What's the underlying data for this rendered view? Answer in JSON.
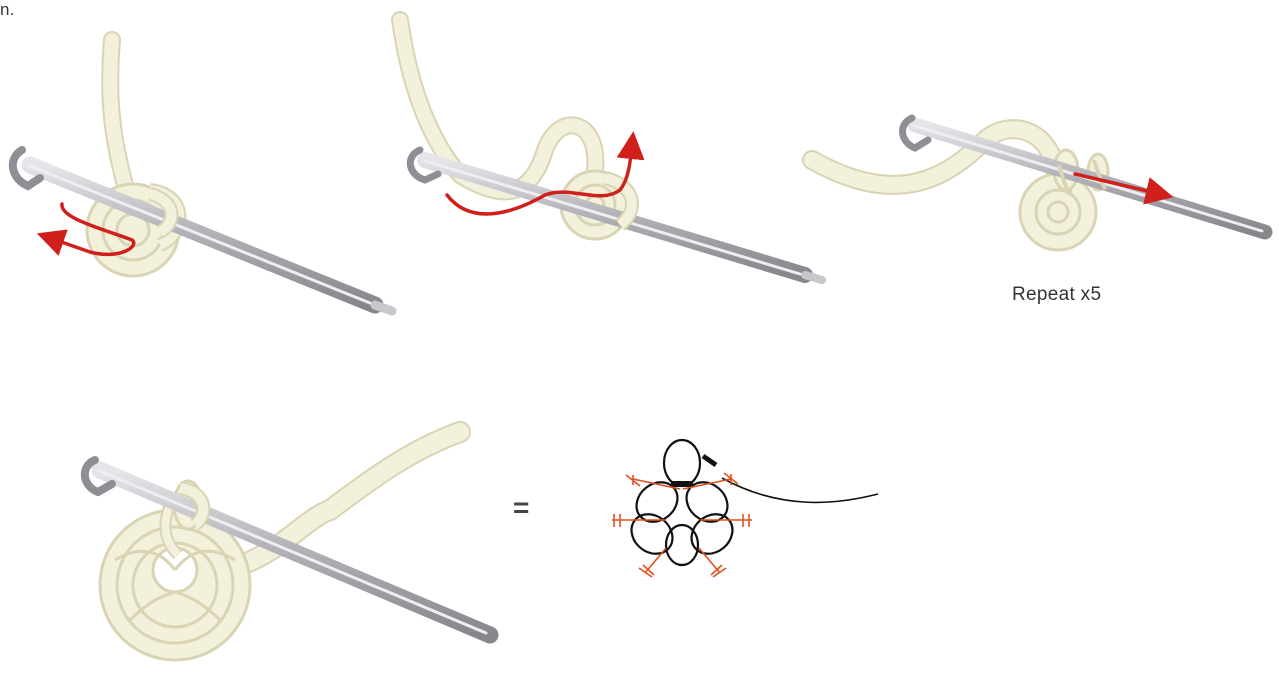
{
  "corner_text": "n.",
  "steps": [
    {
      "id": "step-1",
      "caption": ""
    },
    {
      "id": "step-2",
      "caption": ""
    },
    {
      "id": "step-3",
      "caption": "Repeat x5"
    },
    {
      "id": "step-4",
      "caption": ""
    }
  ],
  "equals": "=",
  "colors": {
    "yarn_fill": "#f3f1dc",
    "yarn_edge": "#d8d4b4",
    "hook_body": "#a3a3a8",
    "hook_highlight": "#dcdce0",
    "arrow": "#d0201c",
    "symbol_ink": "#111111",
    "symbol_accent": "#e2501e"
  },
  "icons": [
    "crochet-hook-icon",
    "yarn-ring-icon",
    "direction-arrow-icon",
    "magic-ring-chart-symbol-icon"
  ]
}
